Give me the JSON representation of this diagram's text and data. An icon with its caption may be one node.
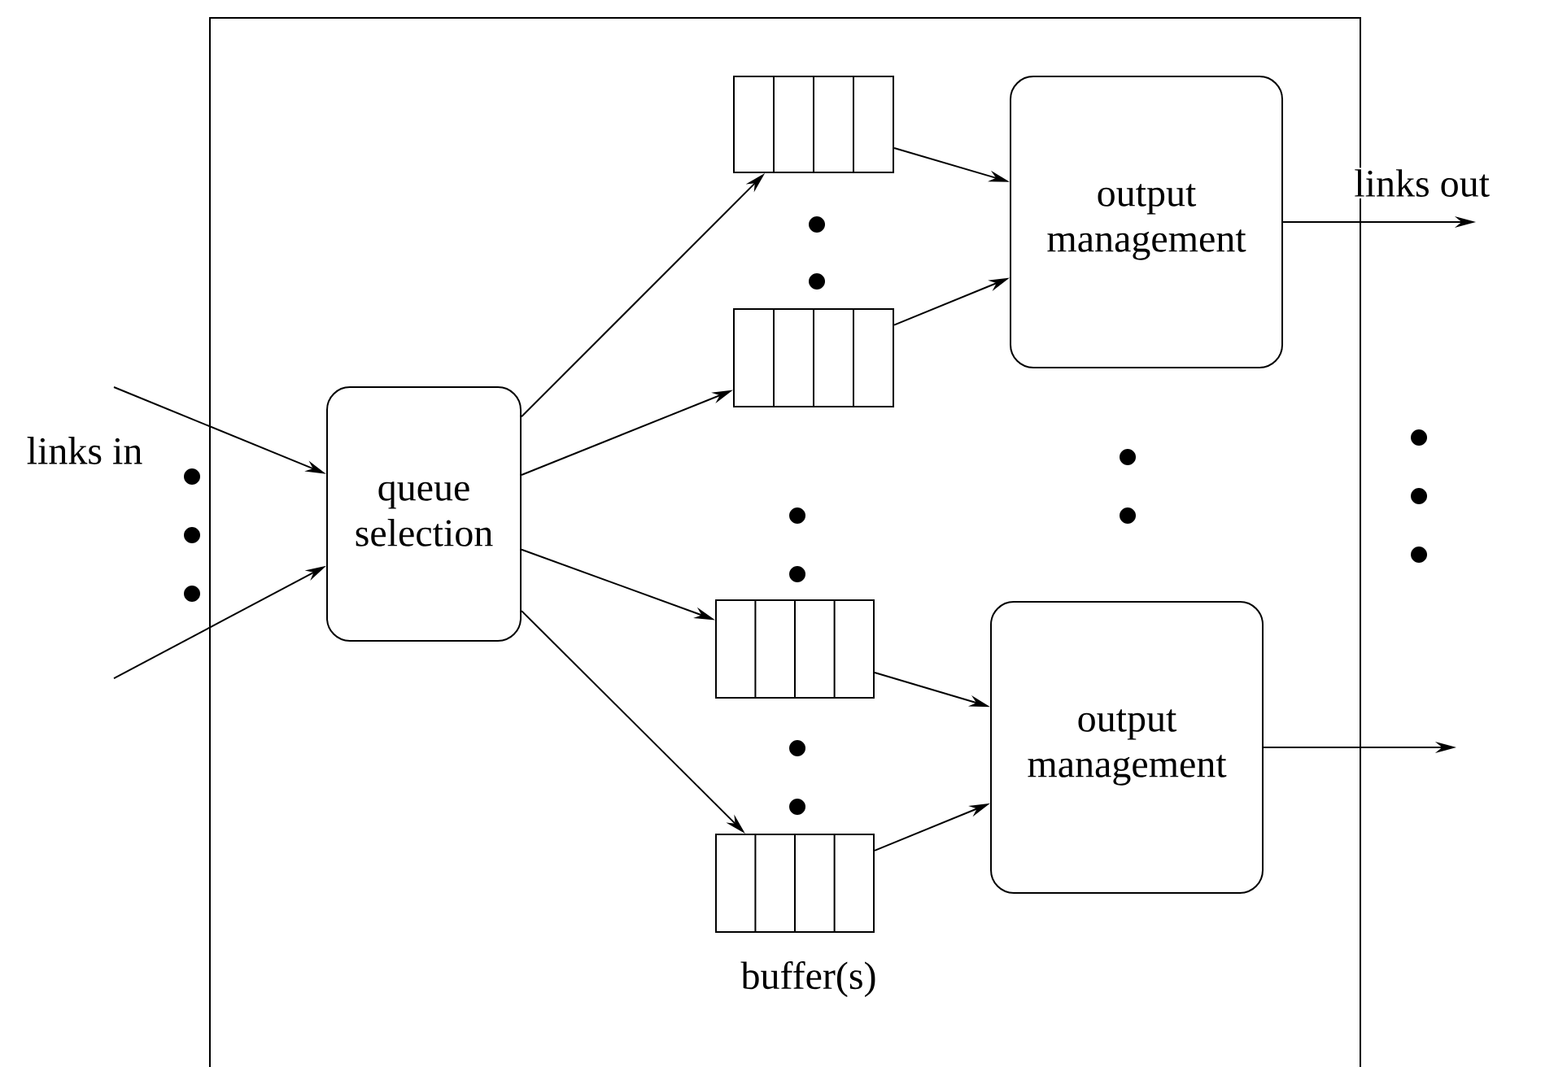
{
  "diagram": {
    "nodes": [
      {
        "text": [],
        "shape": "box"
      },
      {
        "text": [
          "queue selection"
        ],
        "in": 0
      },
      {
        "text": [],
        "shape": "box",
        "in": 0
      },
      {
        "text": [],
        "shape": "box",
        "in": 0
      },
      {
        "text": [],
        "shape": "box",
        "in": 0
      },
      {
        "text": [],
        "shape": "box",
        "in": 0
      },
      {
        "text": [
          "output management"
        ],
        "in": 0
      },
      {
        "text": [
          "output management"
        ],
        "in": 0
      }
    ],
    "edges": [
      {
        "from": null,
        "to": 1,
        "arrow": "to"
      },
      {
        "from": null,
        "to": 1,
        "arrow": "to"
      },
      {
        "from": 1,
        "to": 2,
        "arrow": "to"
      },
      {
        "from": 1,
        "to": 3,
        "arrow": "to"
      },
      {
        "from": 1,
        "to": 4,
        "arrow": "to"
      },
      {
        "from": 1,
        "to": 5,
        "arrow": "to"
      },
      {
        "from": 2,
        "to": 6,
        "arrow": "to"
      },
      {
        "from": 3,
        "to": 6,
        "arrow": "to"
      },
      {
        "from": 4,
        "to": 7,
        "arrow": "to"
      },
      {
        "from": 5,
        "to": 7,
        "arrow": "to"
      },
      {
        "from": 6,
        "to": null,
        "arrow": "to",
        "label": "links out"
      },
      {
        "from": 7,
        "to": null,
        "arrow": "to"
      }
    ],
    "labels": [
      "links in",
      "buffer(s)"
    ]
  }
}
